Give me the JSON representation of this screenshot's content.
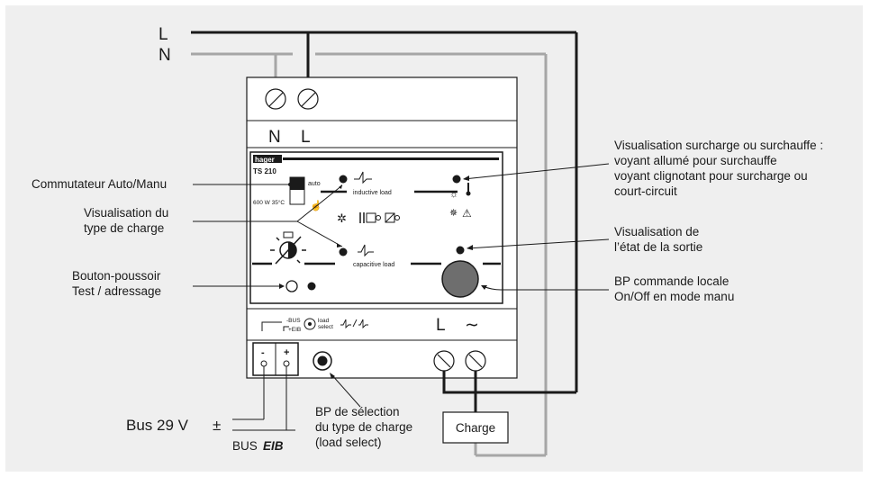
{
  "wires": {
    "L": "L",
    "N": "N"
  },
  "terminals": {
    "top": [
      "N",
      "L"
    ],
    "bottom_right": [
      "L",
      "∼"
    ]
  },
  "device": {
    "brand": "hager",
    "model": "TS 210",
    "rating": "600 W 35°C",
    "switch_auto": "auto",
    "inductive_label": "inductive load",
    "capacitive_label": "capacitive load",
    "bus_minus": "-BUS",
    "bus_plus": "+EIB",
    "load_select_line1": "load",
    "load_select_line2": "select",
    "minus": "-",
    "plus": "+"
  },
  "callouts": {
    "commutateur": "Commutateur Auto/Manu",
    "type_line1": "Visualisation du",
    "type_line2": "type de charge",
    "bouton_line1": "Bouton-poussoir",
    "bouton_line2": "Test / adressage",
    "surcharge_line1": "Visualisation surcharge ou surchauffe :",
    "surcharge_line2": "voyant allumé pour surchauffe",
    "surcharge_line3": "voyant clignotant pour surcharge ou",
    "surcharge_line4": "court-circuit",
    "etat_line1": "Visualisation de",
    "etat_line2": "l’état de la sortie",
    "bp_line1": "BP commande locale",
    "bp_line2": "On/Off en mode manu",
    "bpsel_line1": "BP de sélection",
    "bpsel_line2": "du type de charge",
    "bpsel_line3": "(load select)",
    "bus_voltage": "Bus 29 V",
    "bus_pm": "±",
    "bus_name": "BUS",
    "bus_eib": "EIB"
  },
  "charge_label": "Charge",
  "colors": {
    "background": "#efefef",
    "wire_L": "#1a1a1a",
    "wire_N": "#a6a6a6",
    "knob": "#6e6e6e"
  }
}
